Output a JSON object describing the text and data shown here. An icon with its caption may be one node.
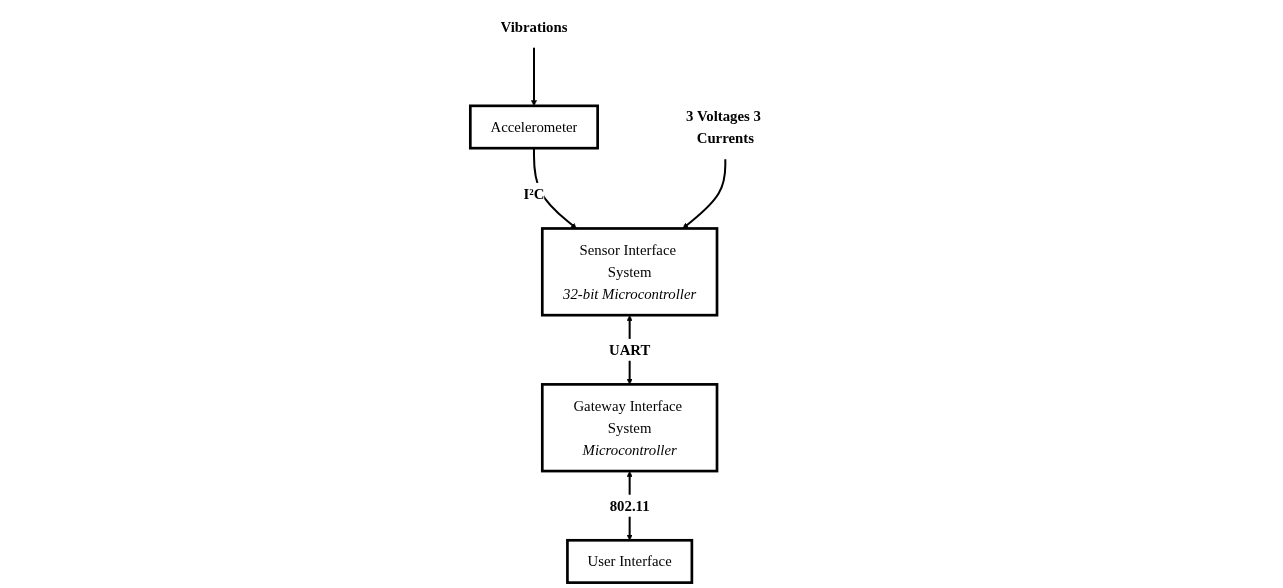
{
  "diagram": {
    "nodes": [
      {
        "text": [
          "Vibrations"
        ]
      },
      {
        "text": [
          "Accelerometer"
        ]
      },
      {
        "text": [
          "Sensor Interface System",
          "32-bit Microcontroller"
        ]
      },
      {
        "text": [
          "Gateway Interface System",
          "Microcontroller"
        ]
      },
      {
        "text": [
          "3 Voltages 3 Currents"
        ]
      },
      {
        "text": [
          "User Interface"
        ]
      }
    ],
    "edges": [
      {
        "from": 0,
        "to": 1,
        "arrow": "to"
      },
      {
        "from": 1,
        "to": 2,
        "arrow": "to",
        "label": "I²C"
      },
      {
        "from": 2,
        "to": 3,
        "arrow": "both",
        "label": "UART"
      },
      {
        "from": 4,
        "to": 2,
        "arrow": "to"
      },
      {
        "from": 3,
        "to": 5,
        "arrow": "both",
        "label": "802.11"
      }
    ]
  }
}
